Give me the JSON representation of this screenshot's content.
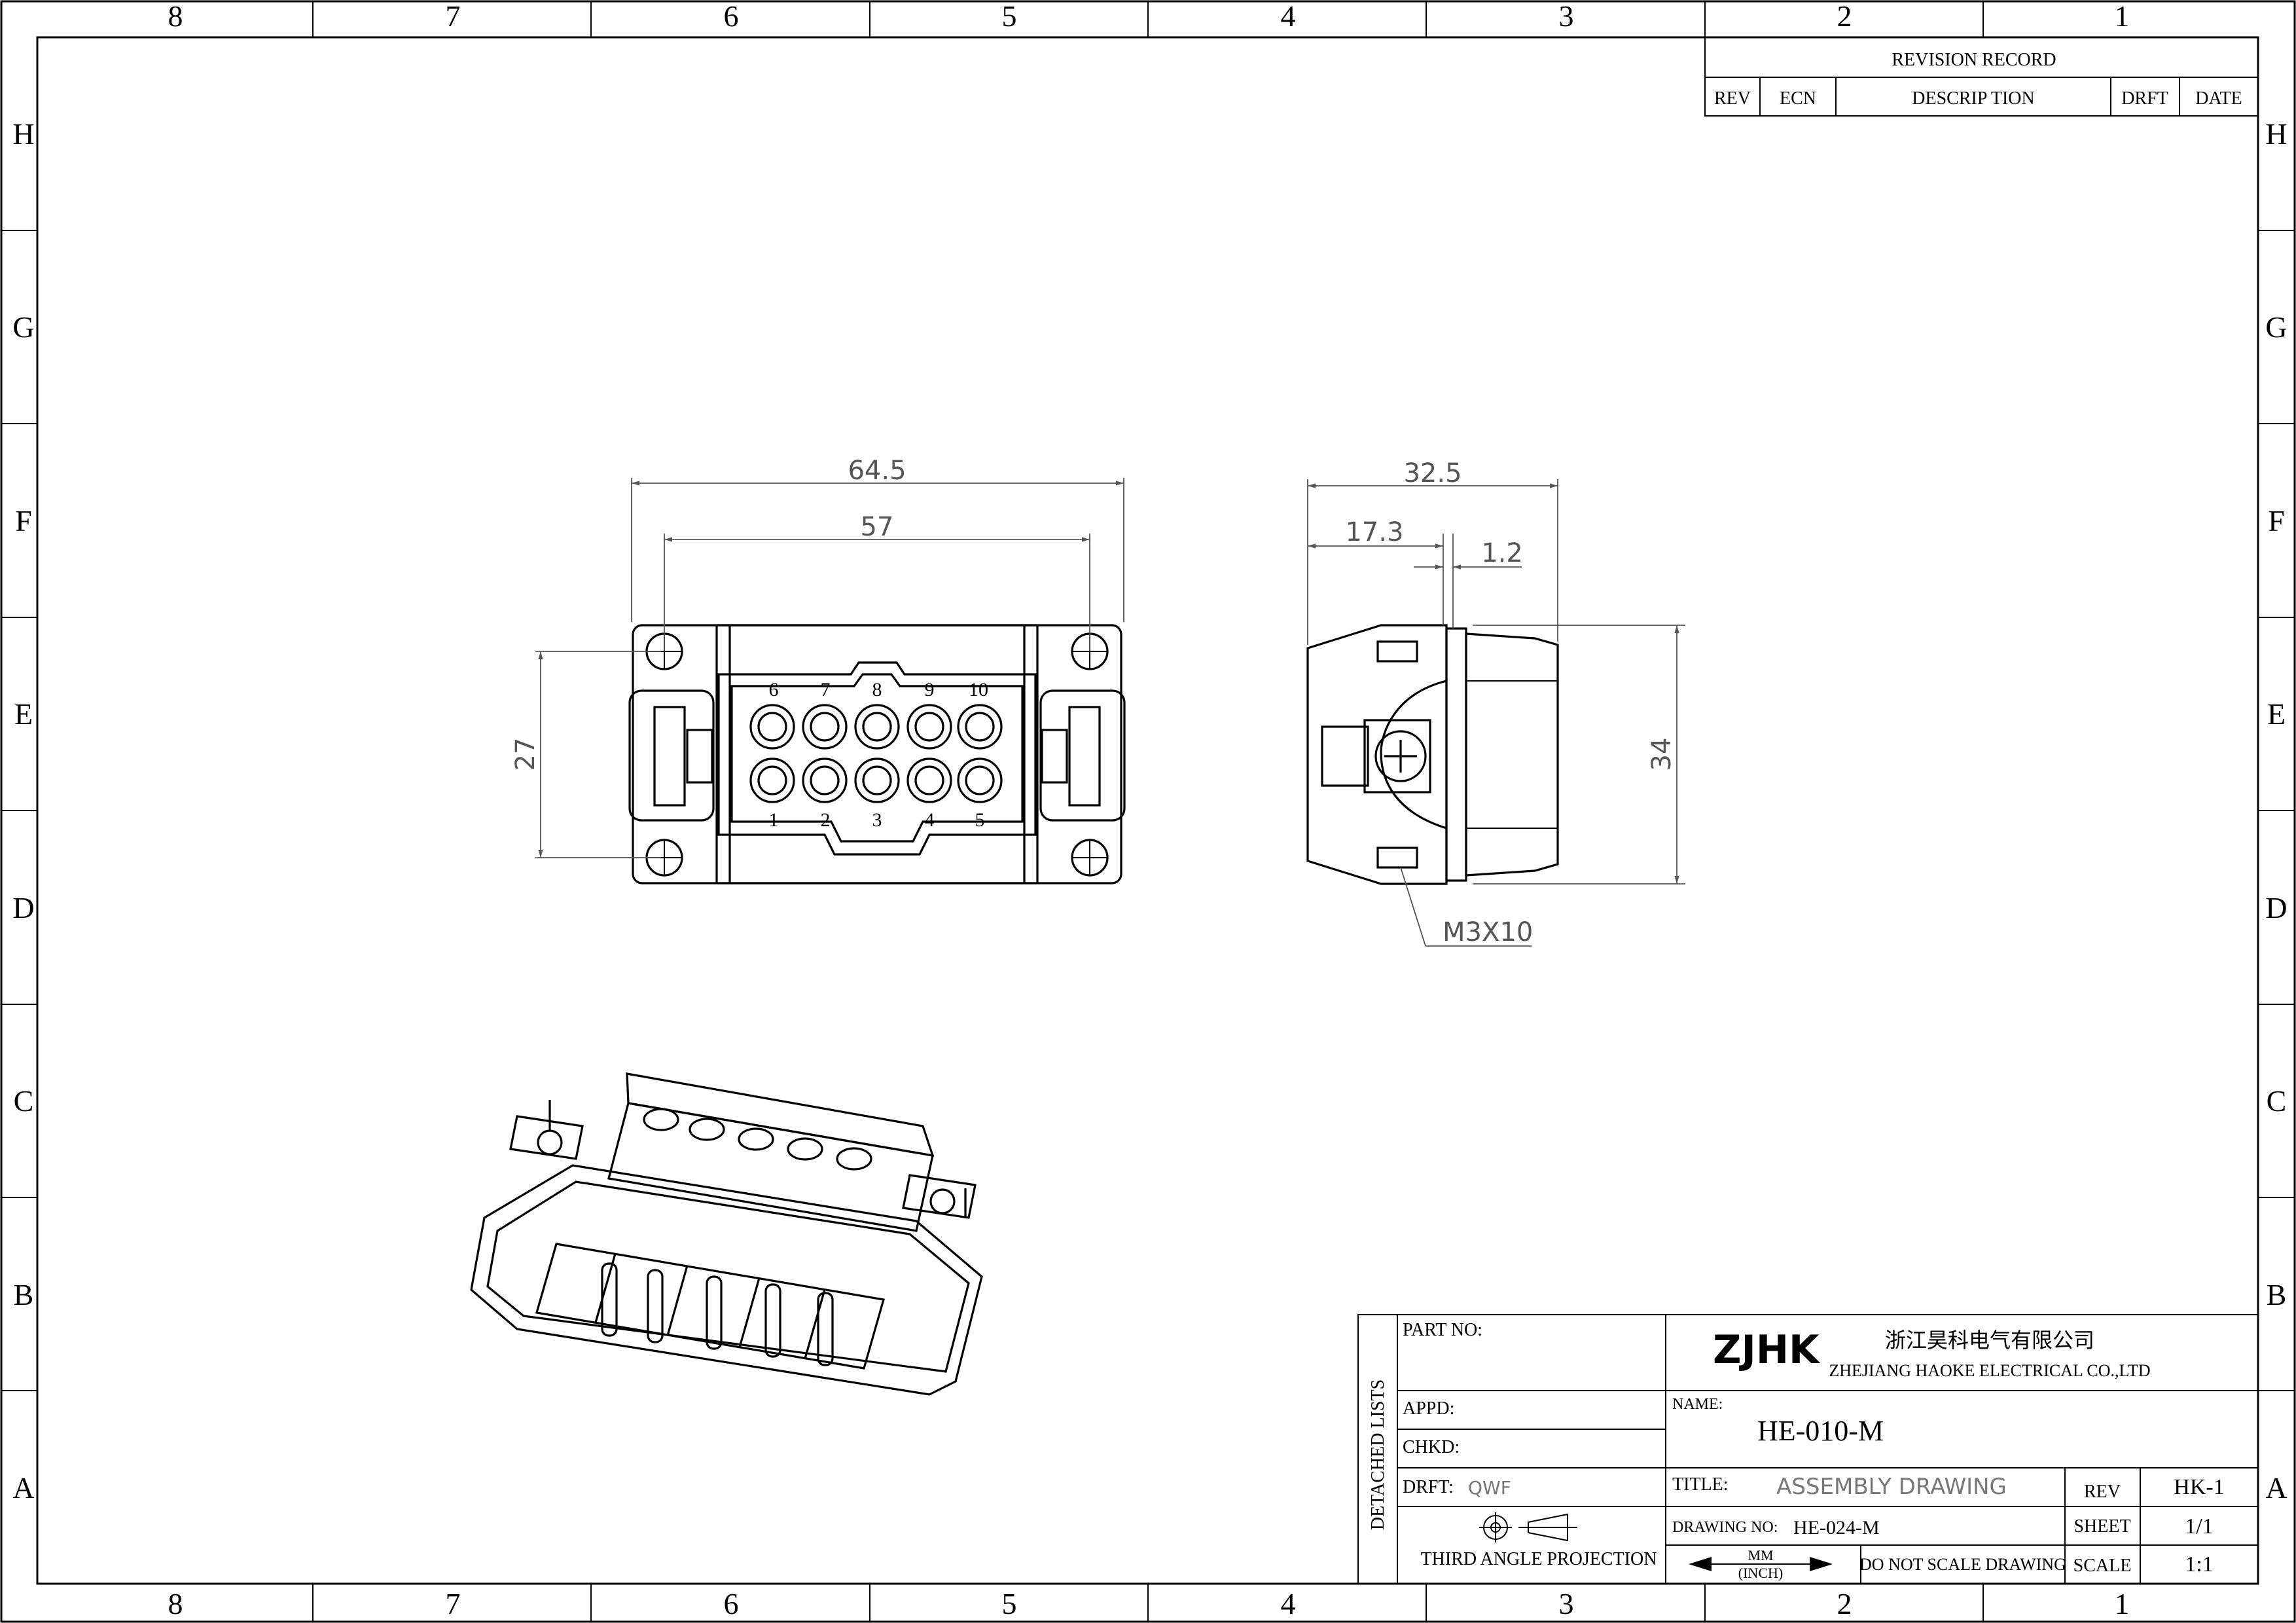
{
  "zones": {
    "columns": [
      "8",
      "7",
      "6",
      "5",
      "4",
      "3",
      "2",
      "1"
    ],
    "rows": [
      "H",
      "G",
      "F",
      "E",
      "D",
      "C",
      "B",
      "A"
    ]
  },
  "revision_record": {
    "title": "REVISION RECORD",
    "headers": [
      "REV",
      "ECN",
      "DESCRIP TION",
      "DRFT",
      "DATE"
    ]
  },
  "dimensions": {
    "front_width_outer": "64.5",
    "front_width_inner": "57",
    "front_height": "27",
    "side_depth": "32.5",
    "side_offset": "17.3",
    "side_gap": "1.2",
    "side_height": "34",
    "screw_callout": "M3X10"
  },
  "pins": {
    "top": [
      "6",
      "7",
      "8",
      "9",
      "10"
    ],
    "bottom": [
      "1",
      "2",
      "3",
      "4",
      "5"
    ]
  },
  "title_block": {
    "part_no_label": "PART NO:",
    "detached_lists": "DETACHED LISTS",
    "appd_label": "APPD:",
    "chkd_label": "CHKD:",
    "drft_label": "DRFT:",
    "drft_value": "QWF",
    "projection": "THIRD ANGLE PROJECTION",
    "logo": "ZJHK",
    "company_cn": "浙江昊科电气有限公司",
    "company_en": "ZHEJIANG HAOKE ELECTRICAL CO.,LTD",
    "name_label": "NAME:",
    "name_value": "HE-010-M",
    "title_label": "TITLE:",
    "title_value": "ASSEMBLY DRAWING",
    "rev_label": "REV",
    "rev_value": "HK-1",
    "drawing_no_label": "DRAWING NO:",
    "drawing_no_value": "HE-024-M",
    "sheet_label": "SHEET",
    "sheet_value": "1/1",
    "units_mm": "MM",
    "units_inch": "(INCH)",
    "no_scale": "DO NOT SCALE DRAWING",
    "scale_label": "SCALE",
    "scale_value": "1:1"
  }
}
